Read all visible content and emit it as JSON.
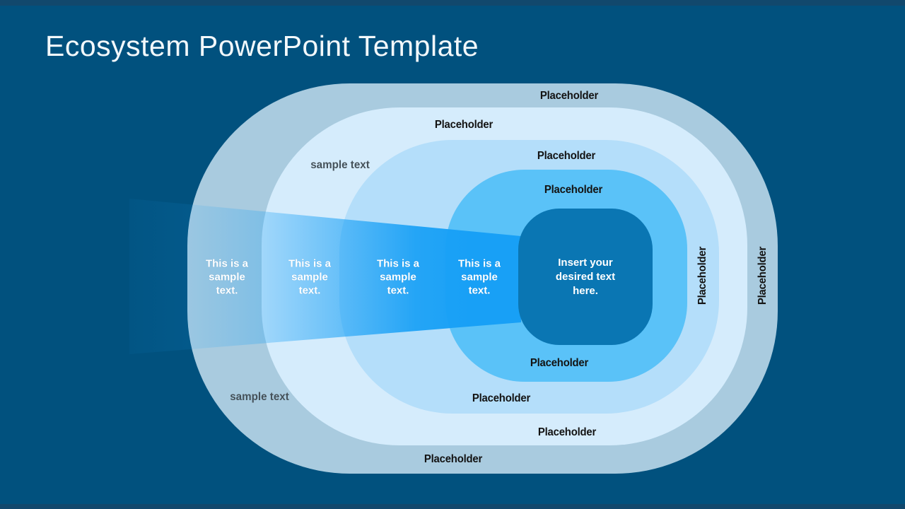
{
  "slide": {
    "title": "Ecosystem PowerPoint Template"
  },
  "colors": {
    "background": "#01517e",
    "ring1": "#a9cbdf",
    "ring2": "#d5ecfc",
    "ring3": "#b4defa",
    "ring4": "#5ac2f8",
    "center": "#0a76b3",
    "beam": "#18a0f6",
    "label_text": "#131313",
    "note_text": "#46525a"
  },
  "diagram": {
    "ring1": {
      "label_top": "Placeholder",
      "label_bottom": "Placeholder",
      "label_right": "Placeholder"
    },
    "ring2": {
      "label_top": "Placeholder",
      "label_bottom": "Placeholder"
    },
    "ring3": {
      "label_top": "Placeholder",
      "label_bottom": "Placeholder",
      "label_right": "Placeholder"
    },
    "ring4": {
      "label_top": "Placeholder",
      "label_bottom": "Placeholder"
    },
    "center": {
      "text": "Insert your\ndesired text\nhere."
    },
    "beam_texts": [
      "This is a\nsample\ntext.",
      "This is a\nsample\ntext.",
      "This is a\nsample\ntext.",
      "This is a\nsample\ntext."
    ],
    "notes": {
      "top": "sample text",
      "bottom": "sample text"
    }
  }
}
